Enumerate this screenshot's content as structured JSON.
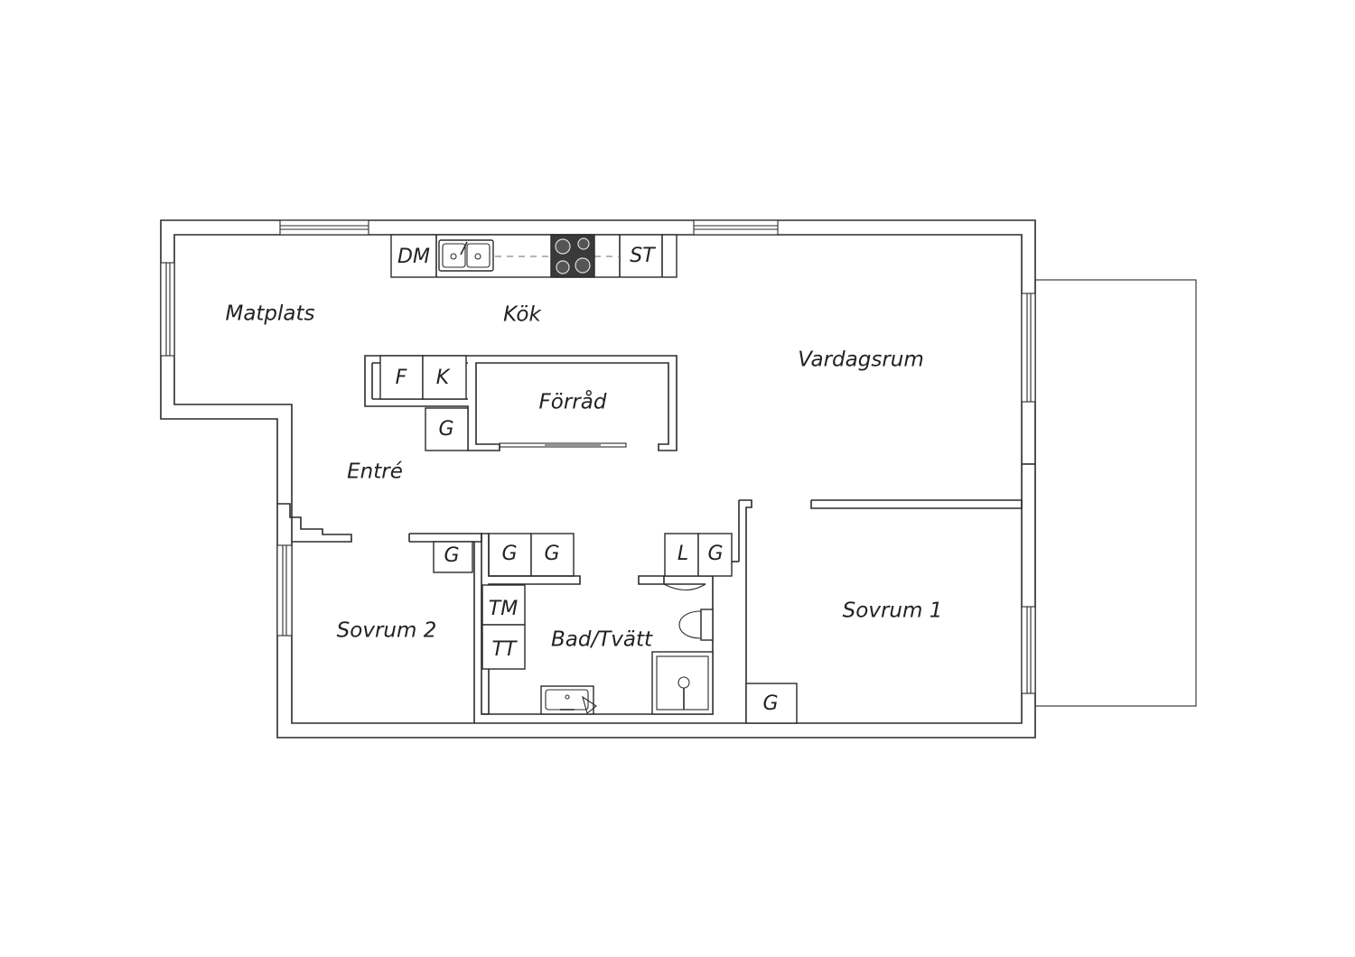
{
  "rooms": {
    "matplats": "Matplats",
    "kok": "Kök",
    "vardagsrum": "Vardagsrum",
    "forrad": "Förråd",
    "entre": "Entré",
    "sovrum2": "Sovrum 2",
    "bad_tvatt": "Bad/Tvätt",
    "sovrum1": "Sovrum 1"
  },
  "fixtures": {
    "dishwasher": "DM",
    "stove_cabinet": "ST",
    "fridge": "F",
    "freezer": "K",
    "wardrobe_entre": "G",
    "wardrobe_sovrum2": "G",
    "wardrobe_hall_1": "G",
    "wardrobe_hall_2": "G",
    "linen": "L",
    "wardrobe_bath_side": "G",
    "washing_machine": "TM",
    "tumble_dryer": "TT",
    "wardrobe_sovrum1": "G"
  },
  "colors": {
    "walls": "#2b2b2b",
    "hob": "#3a3a3a",
    "background": "#ffffff"
  }
}
